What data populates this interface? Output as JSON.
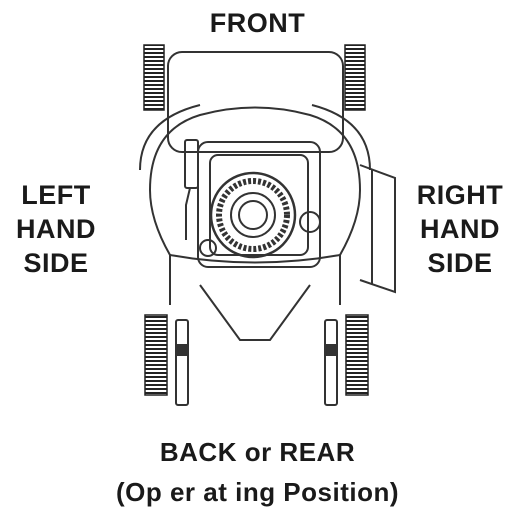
{
  "labels": {
    "front": "FRONT",
    "left_hand_side": [
      "LEFT",
      "HAND",
      "SIDE"
    ],
    "right_hand_side": [
      "RIGHT",
      "HAND",
      "SIDE"
    ],
    "back": [
      "BACK or REAR",
      "(Op er at ing Position)"
    ]
  }
}
